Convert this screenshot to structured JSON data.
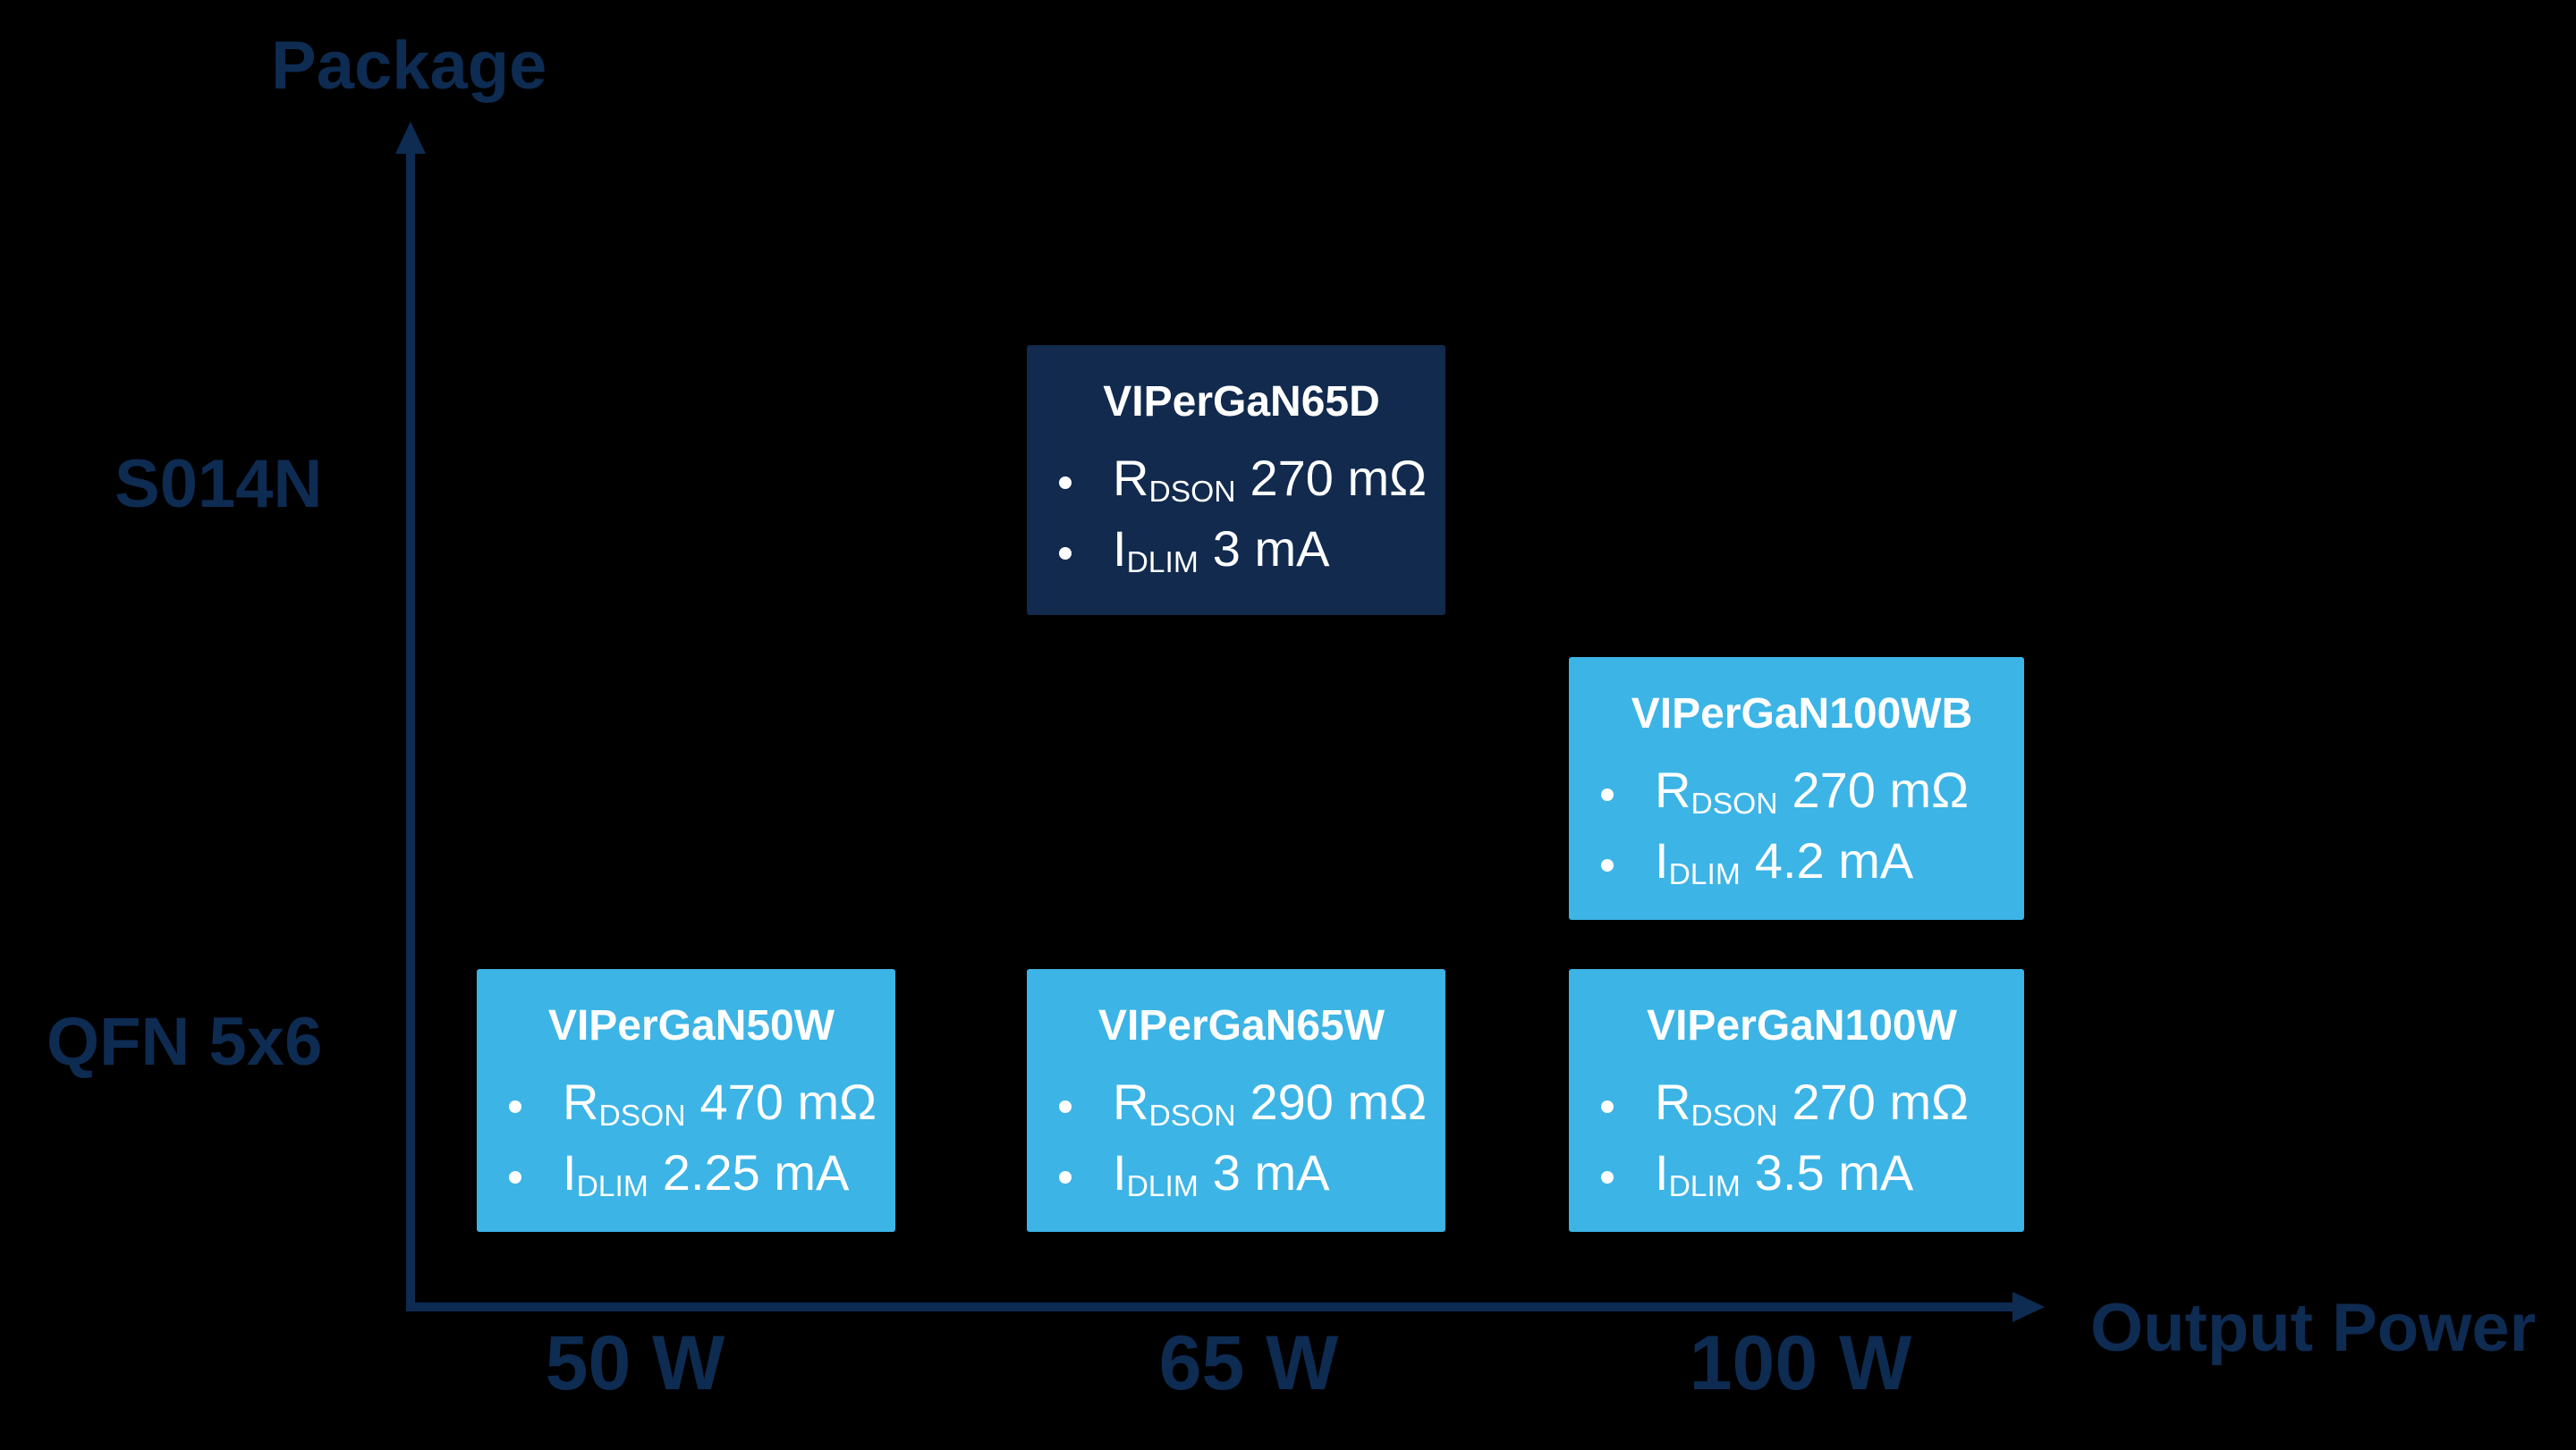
{
  "palette": {
    "background": "#000000",
    "axis_navy": "#0E2B52",
    "dark_box": "#112A4D",
    "light_box": "#3CB4E6",
    "box_text": "#FFFFFF"
  },
  "axes": {
    "y_label": "Package",
    "x_label": "Output Power",
    "y_ticks": [
      {
        "label": "S014N"
      },
      {
        "label": "QFN 5x6"
      }
    ],
    "x_ticks": [
      {
        "label": "50 W"
      },
      {
        "label": "65 W"
      },
      {
        "label": "100 W"
      }
    ]
  },
  "products": [
    {
      "name": "VIPerGaN65D",
      "specs": [
        {
          "sym": "R",
          "sub": "DSON",
          "value": "270 mΩ"
        },
        {
          "sym": "I",
          "sub": "DLIM",
          "value": "3 mA"
        }
      ]
    },
    {
      "name": "VIPerGaN100WB",
      "specs": [
        {
          "sym": "R",
          "sub": "DSON",
          "value": "270 mΩ"
        },
        {
          "sym": "I",
          "sub": "DLIM",
          "value": "4.2 mA"
        }
      ]
    },
    {
      "name": "VIPerGaN50W",
      "specs": [
        {
          "sym": "R",
          "sub": "DSON",
          "value": "470 mΩ"
        },
        {
          "sym": "I",
          "sub": "DLIM",
          "value": "2.25 mA"
        }
      ]
    },
    {
      "name": "VIPerGaN65W",
      "specs": [
        {
          "sym": "R",
          "sub": "DSON",
          "value": "290 mΩ"
        },
        {
          "sym": "I",
          "sub": "DLIM",
          "value": "3 mA"
        }
      ]
    },
    {
      "name": "VIPerGaN100W",
      "specs": [
        {
          "sym": "R",
          "sub": "DSON",
          "value": "270 mΩ"
        },
        {
          "sym": "I",
          "sub": "DLIM",
          "value": "3.5 mA"
        }
      ]
    }
  ],
  "chart_data": {
    "type": "scatter",
    "title": "",
    "xlabel": "Output Power",
    "ylabel": "Package",
    "x_categories": [
      "50 W",
      "65 W",
      "100 W"
    ],
    "y_categories": [
      "QFN 5x6",
      "S014N"
    ],
    "grid": false,
    "legend": false,
    "points": [
      {
        "label": "VIPerGaN65D",
        "x": "65 W",
        "y": "S014N",
        "row": 2,
        "rdson": "270 mΩ",
        "idlim": "3 mA",
        "box_color": "#112A4D"
      },
      {
        "label": "VIPerGaN100WB",
        "x": "100 W",
        "y": "between QFN 5x6 and S014N",
        "row": 1.5,
        "rdson": "270 mΩ",
        "idlim": "4.2 mA",
        "box_color": "#3CB4E6"
      },
      {
        "label": "VIPerGaN50W",
        "x": "50 W",
        "y": "QFN 5x6",
        "row": 1,
        "rdson": "470 mΩ",
        "idlim": "2.25 mA",
        "box_color": "#3CB4E6"
      },
      {
        "label": "VIPerGaN65W",
        "x": "65 W",
        "y": "QFN 5x6",
        "row": 1,
        "rdson": "290 mΩ",
        "idlim": "3 mA",
        "box_color": "#3CB4E6"
      },
      {
        "label": "VIPerGaN100W",
        "x": "100 W",
        "y": "QFN 5x6",
        "row": 1,
        "rdson": "270 mΩ",
        "idlim": "3.5 mA",
        "box_color": "#3CB4E6"
      }
    ]
  }
}
